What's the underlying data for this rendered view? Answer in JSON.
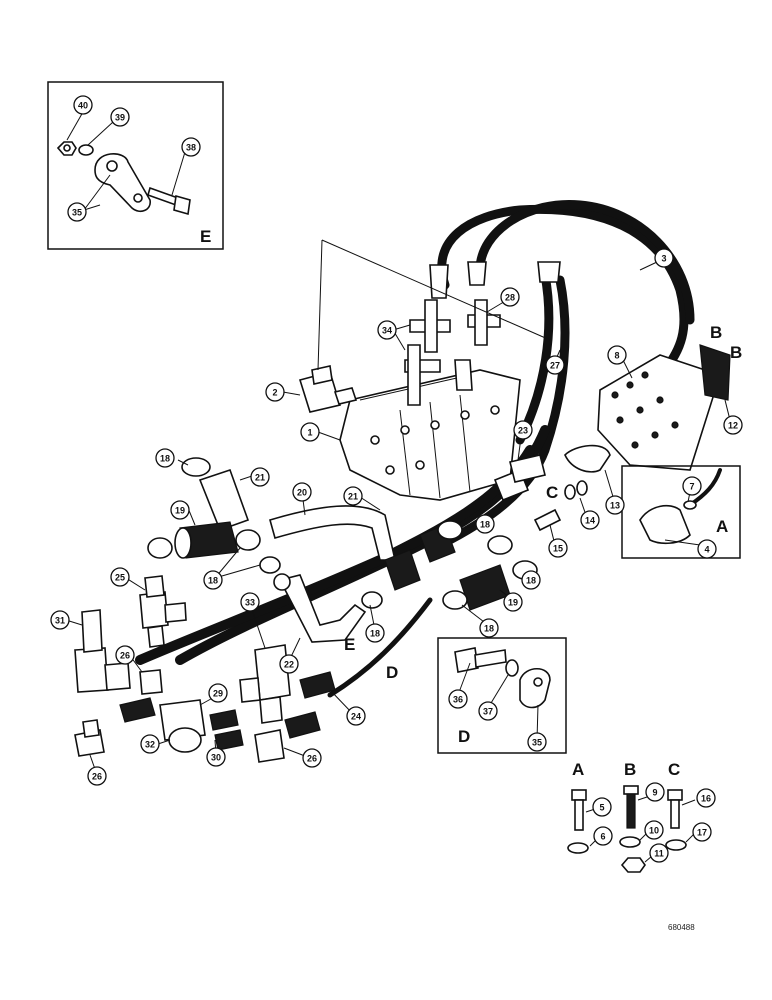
{
  "callouts": [
    {
      "id": "c40",
      "num": "40"
    },
    {
      "id": "c39",
      "num": "39"
    },
    {
      "id": "c38",
      "num": "38"
    },
    {
      "id": "c35a",
      "num": "35"
    },
    {
      "id": "c3",
      "num": "3"
    },
    {
      "id": "c28",
      "num": "28"
    },
    {
      "id": "c34",
      "num": "34"
    },
    {
      "id": "c2",
      "num": "2"
    },
    {
      "id": "c8",
      "num": "8"
    },
    {
      "id": "c27",
      "num": "27"
    },
    {
      "id": "c1",
      "num": "1"
    },
    {
      "id": "c23",
      "num": "23"
    },
    {
      "id": "c12",
      "num": "12"
    },
    {
      "id": "c18a",
      "num": "18"
    },
    {
      "id": "c21a",
      "num": "21"
    },
    {
      "id": "c21b",
      "num": "21"
    },
    {
      "id": "c20",
      "num": "20"
    },
    {
      "id": "c13",
      "num": "13"
    },
    {
      "id": "c7",
      "num": "7"
    },
    {
      "id": "c19a",
      "num": "19"
    },
    {
      "id": "c18b",
      "num": "18"
    },
    {
      "id": "c14",
      "num": "14"
    },
    {
      "id": "c4",
      "num": "4"
    },
    {
      "id": "c15",
      "num": "15"
    },
    {
      "id": "c18c",
      "num": "18"
    },
    {
      "id": "c25",
      "num": "25"
    },
    {
      "id": "c18d",
      "num": "18"
    },
    {
      "id": "c33",
      "num": "33"
    },
    {
      "id": "c31",
      "num": "31"
    },
    {
      "id": "c18e",
      "num": "18"
    },
    {
      "id": "c19b",
      "num": "19"
    },
    {
      "id": "c18f",
      "num": "18"
    },
    {
      "id": "c22",
      "num": "22"
    },
    {
      "id": "c26a",
      "num": "26"
    },
    {
      "id": "c29",
      "num": "29"
    },
    {
      "id": "c36",
      "num": "36"
    },
    {
      "id": "c37",
      "num": "37"
    },
    {
      "id": "c24",
      "num": "24"
    },
    {
      "id": "c30",
      "num": "30"
    },
    {
      "id": "c32",
      "num": "32"
    },
    {
      "id": "c26b",
      "num": "26"
    },
    {
      "id": "c26c",
      "num": "26"
    },
    {
      "id": "c35b",
      "num": "35"
    },
    {
      "id": "c5",
      "num": "5"
    },
    {
      "id": "c9",
      "num": "9"
    },
    {
      "id": "c16",
      "num": "16"
    },
    {
      "id": "c6",
      "num": "6"
    },
    {
      "id": "c10",
      "num": "10"
    },
    {
      "id": "c17",
      "num": "17"
    },
    {
      "id": "c11",
      "num": "11"
    }
  ],
  "letters": {
    "inset_e": "E",
    "b1": "B",
    "b2": "B",
    "inset_a": "A",
    "c_hose": "C",
    "e_hose": "E",
    "d_hose": "D",
    "inset_d": "D",
    "legend_a": "A",
    "legend_b": "B",
    "legend_c": "C"
  },
  "ref_code": "680488"
}
